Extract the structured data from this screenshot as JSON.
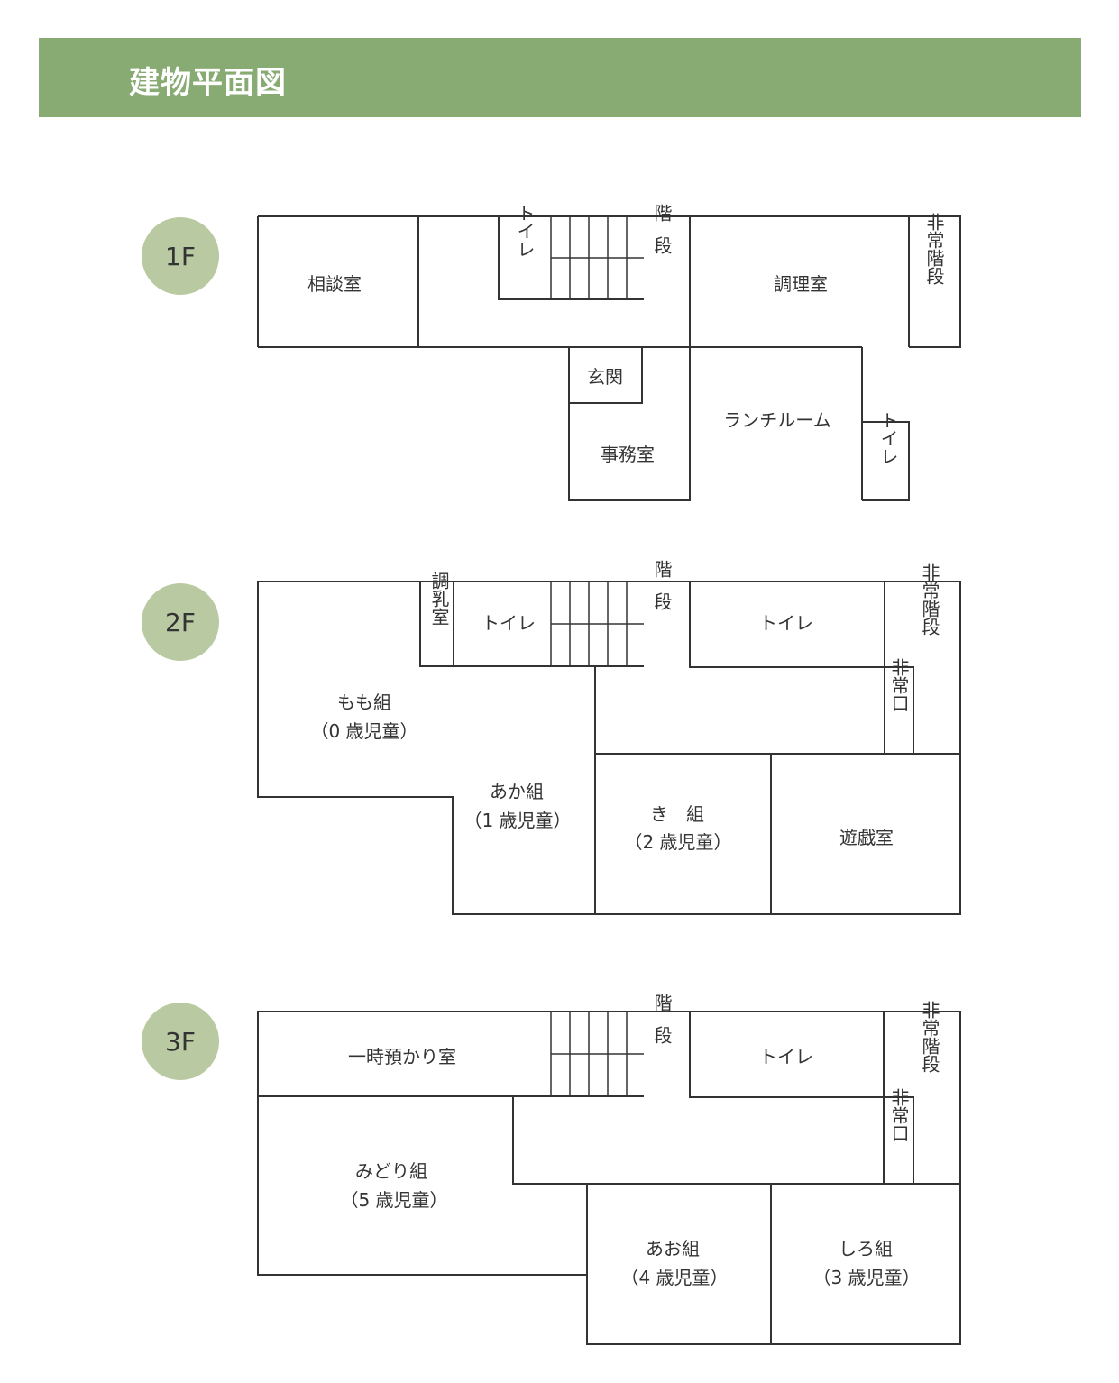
{
  "header": {
    "title": "建物平面図",
    "color": "#87ab72"
  },
  "floors": {
    "f1": {
      "badge": "1F",
      "rooms": {
        "soudan": "相談室",
        "toilet_a": "トイレ",
        "stairs": "階段",
        "chouri": "調理室",
        "emergency_stairs": "非常階段",
        "genkan": "玄関",
        "lunch": "ランチルーム",
        "jimu": "事務室",
        "toilet_b": "トイレ"
      }
    },
    "f2": {
      "badge": "2F",
      "rooms": {
        "chounyu": "調乳室",
        "toilet_a": "トイレ",
        "stairs": "階段",
        "toilet_b": "トイレ",
        "emergency_stairs": "非常階段",
        "emergency_exit": "非常口",
        "momo_name": "もも組",
        "momo_age": "（0 歳児童）",
        "aka_name": "あか組",
        "aka_age": "（1 歳児童）",
        "ki_name": "き　組",
        "ki_age": "（2 歳児童）",
        "yuugi": "遊戯室"
      }
    },
    "f3": {
      "badge": "3F",
      "rooms": {
        "ichiji": "一時預かり室",
        "stairs": "階段",
        "toilet": "トイレ",
        "emergency_stairs": "非常階段",
        "emergency_exit": "非常口",
        "midori_name": "みどり組",
        "midori_age": "（5 歳児童）",
        "ao_name": "あお組",
        "ao_age": "（4 歳児童）",
        "shiro_name": "しろ組",
        "shiro_age": "（3 歳児童）"
      }
    }
  }
}
